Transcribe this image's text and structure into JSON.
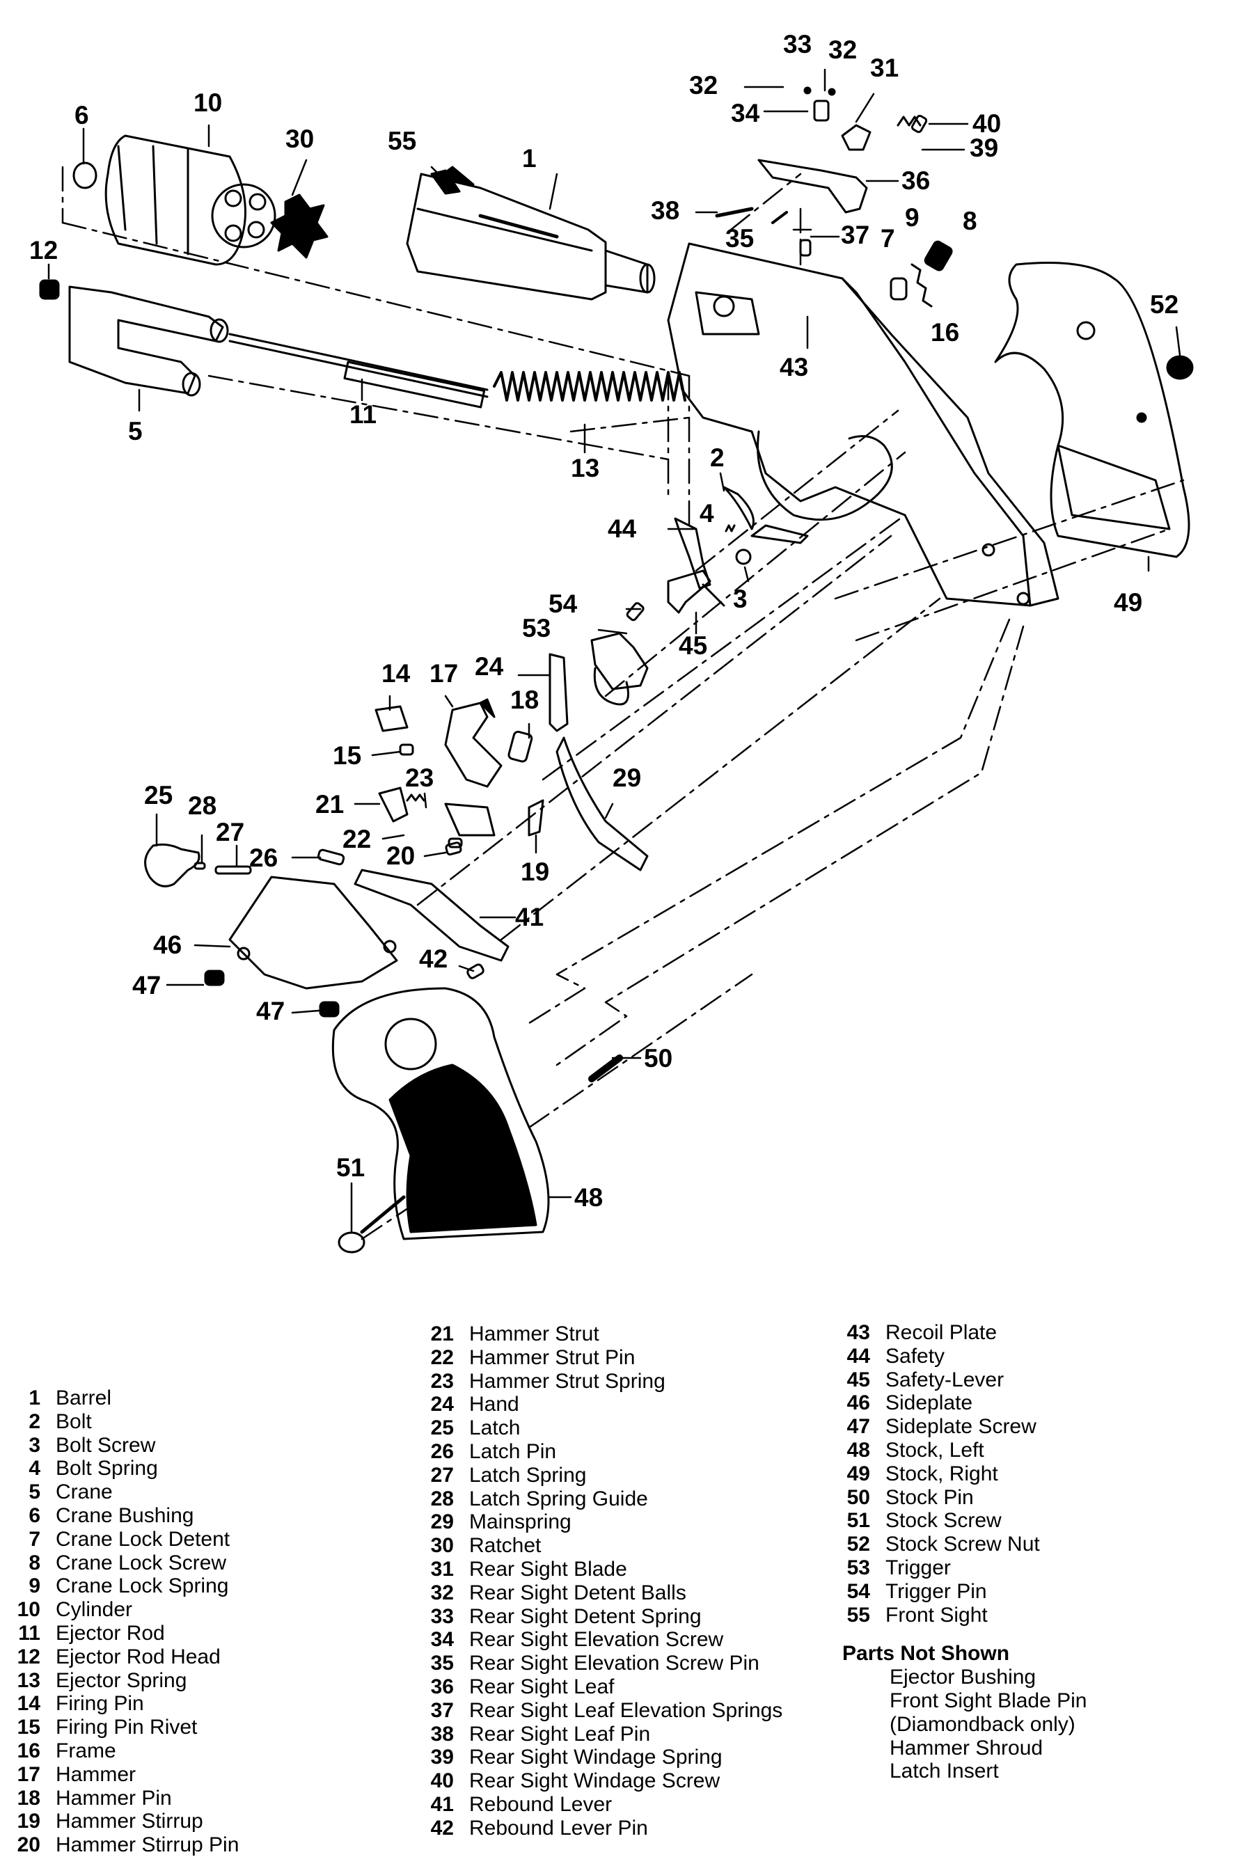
{
  "callouts": {
    "c1": "1",
    "c2": "2",
    "c3": "3",
    "c4": "4",
    "c5": "5",
    "c6": "6",
    "c7": "7",
    "c8": "8",
    "c9": "9",
    "c10": "10",
    "c11": "11",
    "c12": "12",
    "c13": "13",
    "c14": "14",
    "c15": "15",
    "c16": "16",
    "c17": "17",
    "c18": "18",
    "c19": "19",
    "c20": "20",
    "c21": "21",
    "c22": "22",
    "c23": "23",
    "c24": "24",
    "c25": "25",
    "c26": "26",
    "c27": "27",
    "c28": "28",
    "c29": "29",
    "c30": "30",
    "c31": "31",
    "c32a": "32",
    "c32b": "32",
    "c33": "33",
    "c34": "34",
    "c35": "35",
    "c36": "36",
    "c37": "37",
    "c38": "38",
    "c39": "39",
    "c40": "40",
    "c41": "41",
    "c42": "42",
    "c43": "43",
    "c44": "44",
    "c45": "45",
    "c46": "46",
    "c47a": "47",
    "c47b": "47",
    "c48": "48",
    "c49": "49",
    "c50": "50",
    "c51": "51",
    "c52": "52",
    "c53": "53",
    "c54": "54",
    "c55": "55"
  },
  "legend": {
    "column1": [
      {
        "num": "1",
        "name": "Barrel"
      },
      {
        "num": "2",
        "name": "Bolt"
      },
      {
        "num": "3",
        "name": "Bolt Screw"
      },
      {
        "num": "4",
        "name": "Bolt Spring"
      },
      {
        "num": "5",
        "name": "Crane"
      },
      {
        "num": "6",
        "name": "Crane Bushing"
      },
      {
        "num": "7",
        "name": "Crane Lock Detent"
      },
      {
        "num": "8",
        "name": "Crane Lock Screw"
      },
      {
        "num": "9",
        "name": "Crane Lock Spring"
      },
      {
        "num": "10",
        "name": "Cylinder"
      },
      {
        "num": "11",
        "name": "Ejector Rod"
      },
      {
        "num": "12",
        "name": "Ejector Rod Head"
      },
      {
        "num": "13",
        "name": "Ejector Spring"
      },
      {
        "num": "14",
        "name": "Firing Pin"
      },
      {
        "num": "15",
        "name": "Firing Pin Rivet"
      },
      {
        "num": "16",
        "name": "Frame"
      },
      {
        "num": "17",
        "name": "Hammer"
      },
      {
        "num": "18",
        "name": "Hammer Pin"
      },
      {
        "num": "19",
        "name": "Hammer Stirrup"
      },
      {
        "num": "20",
        "name": "Hammer Stirrup Pin"
      }
    ],
    "column2": [
      {
        "num": "21",
        "name": "Hammer Strut"
      },
      {
        "num": "22",
        "name": "Hammer Strut Pin"
      },
      {
        "num": "23",
        "name": "Hammer Strut Spring"
      },
      {
        "num": "24",
        "name": "Hand"
      },
      {
        "num": "25",
        "name": "Latch"
      },
      {
        "num": "26",
        "name": "Latch Pin"
      },
      {
        "num": "27",
        "name": "Latch Spring"
      },
      {
        "num": "28",
        "name": "Latch Spring Guide"
      },
      {
        "num": "29",
        "name": "Mainspring"
      },
      {
        "num": "30",
        "name": "Ratchet"
      },
      {
        "num": "31",
        "name": "Rear Sight Blade"
      },
      {
        "num": "32",
        "name": "Rear Sight Detent Balls"
      },
      {
        "num": "33",
        "name": "Rear Sight Detent Spring"
      },
      {
        "num": "34",
        "name": "Rear Sight Elevation Screw"
      },
      {
        "num": "35",
        "name": "Rear Sight Elevation Screw Pin"
      },
      {
        "num": "36",
        "name": "Rear Sight Leaf"
      },
      {
        "num": "37",
        "name": "Rear Sight Leaf Elevation Springs"
      },
      {
        "num": "38",
        "name": "Rear Sight Leaf Pin"
      },
      {
        "num": "39",
        "name": "Rear Sight Windage Spring"
      },
      {
        "num": "40",
        "name": "Rear Sight Windage Screw"
      },
      {
        "num": "41",
        "name": "Rebound Lever"
      },
      {
        "num": "42",
        "name": "Rebound Lever Pin"
      }
    ],
    "column3": [
      {
        "num": "43",
        "name": "Recoil Plate"
      },
      {
        "num": "44",
        "name": "Safety"
      },
      {
        "num": "45",
        "name": "Safety-Lever"
      },
      {
        "num": "46",
        "name": "Sideplate"
      },
      {
        "num": "47",
        "name": "Sideplate Screw"
      },
      {
        "num": "48",
        "name": "Stock, Left"
      },
      {
        "num": "49",
        "name": "Stock, Right"
      },
      {
        "num": "50",
        "name": "Stock Pin"
      },
      {
        "num": "51",
        "name": "Stock Screw"
      },
      {
        "num": "52",
        "name": "Stock Screw Nut"
      },
      {
        "num": "53",
        "name": "Trigger"
      },
      {
        "num": "54",
        "name": "Trigger Pin"
      },
      {
        "num": "55",
        "name": "Front Sight"
      }
    ],
    "not_shown_title": "Parts Not Shown",
    "not_shown": [
      "Ejector Bushing",
      "Front Sight Blade Pin",
      "(Diamondback only)",
      "Hammer Shroud",
      "Latch Insert"
    ]
  }
}
